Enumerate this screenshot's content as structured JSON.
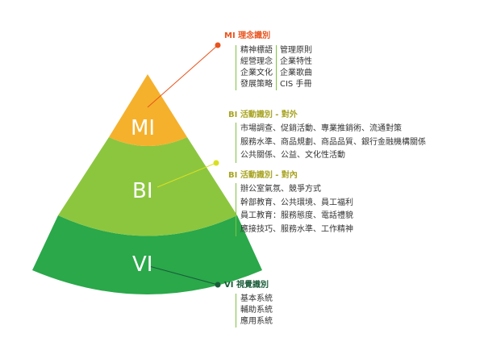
{
  "colors": {
    "mi": "#f5b12c",
    "bi": "#8cc63f",
    "vi": "#2aa84a",
    "mi_heading": "#e8541e",
    "bi_heading": "#a8a424",
    "vi_heading": "#1a5c3a",
    "divider": "#7fc241",
    "bullet_mi": "#e8541e",
    "bullet_bi": "#d9e021",
    "bullet_vi": "#1a5c3a"
  },
  "pyramid": {
    "mi_label": "MI",
    "bi_label": "BI",
    "vi_label": "VI"
  },
  "mi": {
    "heading": "MI 理念識別",
    "col1": [
      "精神標語",
      "經營理念",
      "企業文化",
      "發展策略"
    ],
    "col2": [
      "管理原則",
      "企業特性",
      "企業歌曲",
      "CIS 手冊"
    ]
  },
  "bi_ext": {
    "heading": "BI 活動識別 - 對外",
    "items": [
      "市場調查、促銷活動、專業推銷術、流通對策",
      "服務水準、商品規劃、商品品質、銀行金融機構關係",
      "公共關係、公益、文化性活動"
    ]
  },
  "bi_int": {
    "heading": "BI 活動識別 - 對內",
    "items": [
      "辦公室氣氛、競爭方式",
      "幹部教育、公共環境、員工福利",
      "員工教育：服務態度、電話禮貌",
      "應接技巧、服務水準、工作精神"
    ]
  },
  "vi": {
    "heading": "VI 視覺識別",
    "items": [
      "基本系統",
      "輔助系統",
      "應用系統"
    ]
  }
}
